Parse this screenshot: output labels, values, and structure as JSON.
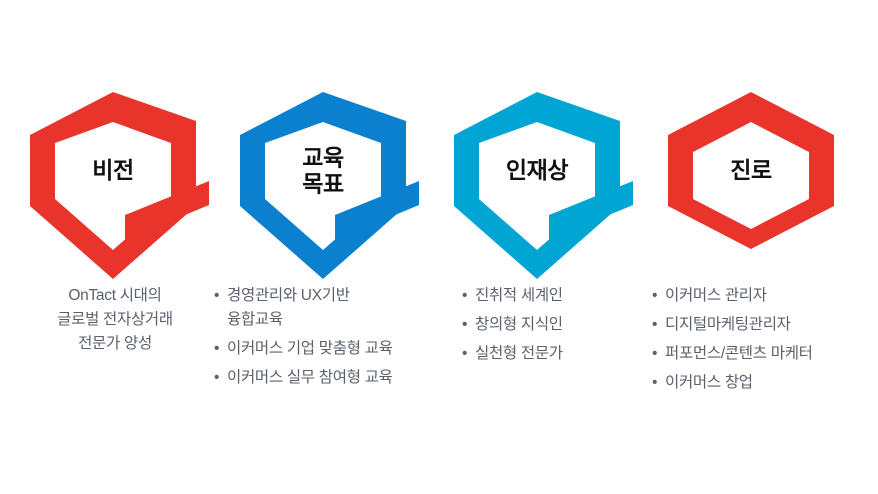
{
  "diagram": {
    "title": "OnTact e-commerce curriculum roadmap",
    "background_color": "#ffffff",
    "body_text_color": "#5a616c",
    "label_text_color": "#111111",
    "nodes": [
      {
        "id": "vision",
        "label": "비전",
        "color": "#e8342a",
        "has_tail": true,
        "bullets": false,
        "lines": [
          "OnTact 시대의",
          "글로벌 전자상거래",
          "전문가 양성"
        ]
      },
      {
        "id": "education-goal",
        "label": "교육\n목표",
        "color": "#0b80ce",
        "has_tail": true,
        "bullets": true,
        "lines": [
          "경영관리와 UX기반\n융합교육",
          "이커머스 기업 맞춤형 교육",
          "이커머스 실무 참여형 교육"
        ]
      },
      {
        "id": "talent-profile",
        "label": "인재상",
        "color": "#00a5d4",
        "has_tail": true,
        "bullets": true,
        "lines": [
          "진취적 세계인",
          "창의형 지식인",
          "실천형 전문가"
        ]
      },
      {
        "id": "career-path",
        "label": "진로",
        "color": "#e8342a",
        "has_tail": false,
        "bullets": true,
        "lines": [
          "이커머스 관리자",
          "디지털마케팅관리자",
          "퍼포먼스/콘텐츠 마케터",
          "이커머스 창업"
        ]
      }
    ],
    "bullet_glyph": "•"
  }
}
